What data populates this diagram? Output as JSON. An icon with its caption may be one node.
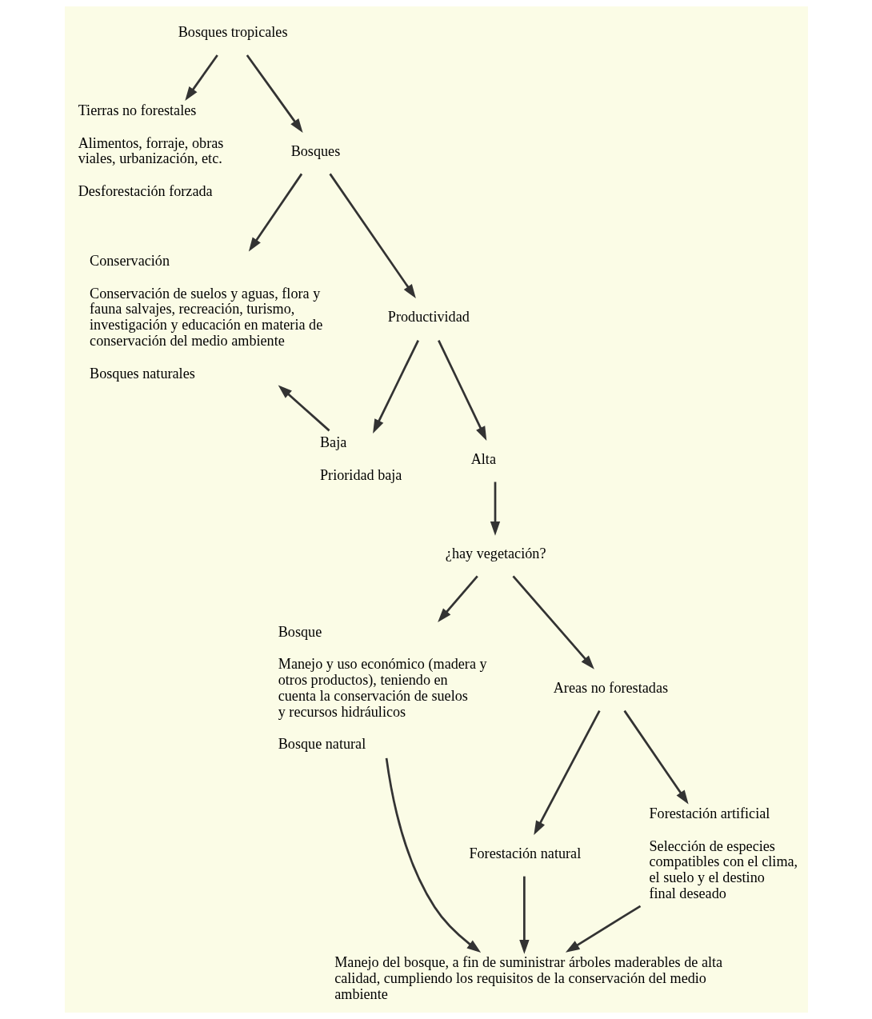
{
  "diagram": {
    "nodes": [
      {
        "text": [
          "Bosques tropicales"
        ]
      },
      {
        "text": [
          "Tierras no forestales",
          "Alimentos, forraje, obras viales, urbanización, etc.",
          "Desforestación forzada"
        ]
      },
      {
        "text": [
          "Bosques"
        ]
      },
      {
        "text": [
          "Conservación",
          "Conservación de suelos y aguas, flora y fauna salvajes, recreación, turismo, investigación y educación en materia de conservación del medio ambiente",
          "Bosques naturales"
        ]
      },
      {
        "text": [
          "Productividad"
        ]
      },
      {
        "text": [
          "Baja",
          "Prioridad baja"
        ]
      },
      {
        "text": [
          "Alta"
        ]
      },
      {
        "text": [
          "¿hay vegetación?"
        ]
      },
      {
        "text": [
          "Bosque",
          "Manejo y uso económico (madera y otros productos), teniendo en cuenta la conservación de suelos y recursos hidráulicos",
          "Bosque natural"
        ]
      },
      {
        "text": [
          "Areas no forestadas"
        ]
      },
      {
        "text": [
          "Forestación natural"
        ]
      },
      {
        "text": [
          "Forestación artificial",
          "Selección de especies compatibles con el clima, el suelo y el destino final deseado"
        ]
      },
      {
        "text": [
          "Manejo del bosque, a fin de suministrar árboles maderables de alta calidad, cumpliendo los requisitos de la conservación del medio ambiente"
        ]
      }
    ],
    "edges": [
      {
        "from": 0,
        "to": 1,
        "arrow": "to"
      },
      {
        "from": 0,
        "to": 2,
        "arrow": "to"
      },
      {
        "from": 2,
        "to": 3,
        "arrow": "to"
      },
      {
        "from": 2,
        "to": 4,
        "arrow": "to"
      },
      {
        "from": 4,
        "to": 5,
        "arrow": "to"
      },
      {
        "from": 4,
        "to": 6,
        "arrow": "to"
      },
      {
        "from": 5,
        "to": 3,
        "arrow": "to"
      },
      {
        "from": 6,
        "to": 7,
        "arrow": "to"
      },
      {
        "from": 7,
        "to": 8,
        "arrow": "to"
      },
      {
        "from": 7,
        "to": 9,
        "arrow": "to"
      },
      {
        "from": 9,
        "to": 10,
        "arrow": "to"
      },
      {
        "from": 9,
        "to": 11,
        "arrow": "to"
      },
      {
        "from": 8,
        "to": 12,
        "arrow": "to"
      },
      {
        "from": 10,
        "to": 12,
        "arrow": "to"
      },
      {
        "from": 11,
        "to": 12,
        "arrow": "to"
      }
    ]
  }
}
